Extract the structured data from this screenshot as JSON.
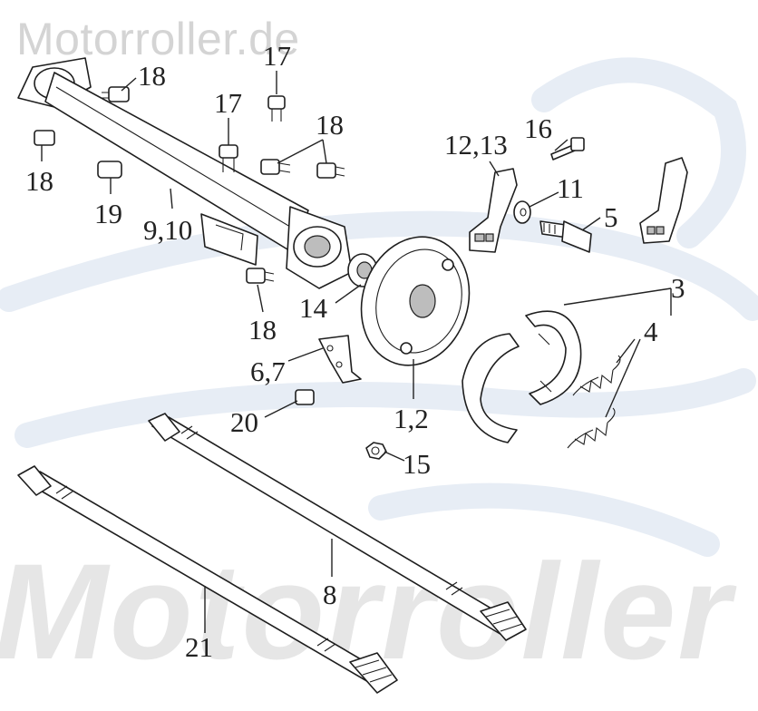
{
  "watermark": {
    "top_text": "Motorroller.de",
    "bottom_text": "Motorroller"
  },
  "colors": {
    "line": "#1e1e1e",
    "watermark_text": "#d4d4d4",
    "watermark_swoosh": "#e7edf5"
  },
  "callouts": [
    {
      "id": "c17a",
      "label": "17"
    },
    {
      "id": "c18a",
      "label": "18"
    },
    {
      "id": "c17b",
      "label": "17"
    },
    {
      "id": "c18b",
      "label": "18"
    },
    {
      "id": "c18c",
      "label": "18"
    },
    {
      "id": "c19",
      "label": "19"
    },
    {
      "id": "c910",
      "label": "9,10"
    },
    {
      "id": "c18d",
      "label": "18"
    },
    {
      "id": "c14",
      "label": "14"
    },
    {
      "id": "c67",
      "label": "6,7"
    },
    {
      "id": "c20",
      "label": "20"
    },
    {
      "id": "c12",
      "label": "1,2"
    },
    {
      "id": "c15",
      "label": "15"
    },
    {
      "id": "c1213",
      "label": "12,13"
    },
    {
      "id": "c16",
      "label": "16"
    },
    {
      "id": "c11",
      "label": "11"
    },
    {
      "id": "c5",
      "label": "5"
    },
    {
      "id": "c3",
      "label": "3"
    },
    {
      "id": "c4",
      "label": "4"
    },
    {
      "id": "c8",
      "label": "8"
    },
    {
      "id": "c21",
      "label": "21"
    }
  ]
}
